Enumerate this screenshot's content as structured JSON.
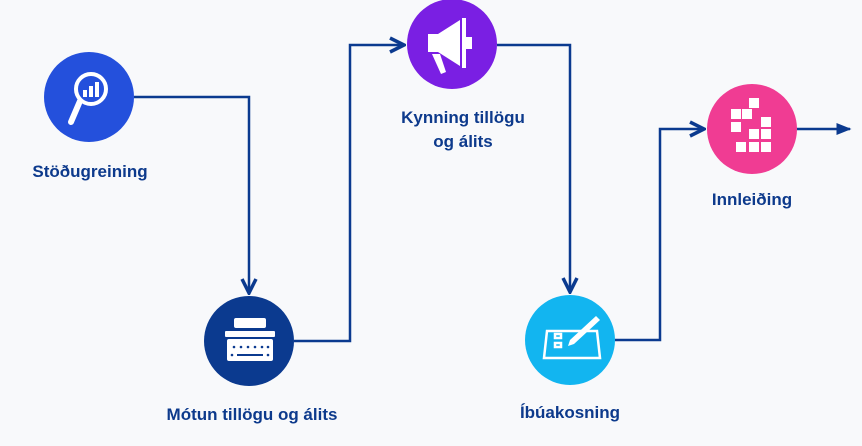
{
  "colors": {
    "line": "#0b3a8f",
    "text": "#0d3a8c",
    "step1": "#2450dc",
    "step2": "#0b3a8f",
    "step3": "#7a1fe3",
    "step4": "#12b5f0",
    "step5": "#f03c93"
  },
  "steps": [
    {
      "label": "Stöðugreining",
      "icon": "magnifier-chart-icon"
    },
    {
      "label": "Mótun tillögu og álits",
      "icon": "typewriter-icon"
    },
    {
      "label_line1": "Kynning tillögu",
      "label_line2": "og álits",
      "icon": "megaphone-icon"
    },
    {
      "label": "Íbúakosning",
      "icon": "ballot-pencil-icon"
    },
    {
      "label": "Innleiðing",
      "icon": "blocks-icon"
    }
  ]
}
